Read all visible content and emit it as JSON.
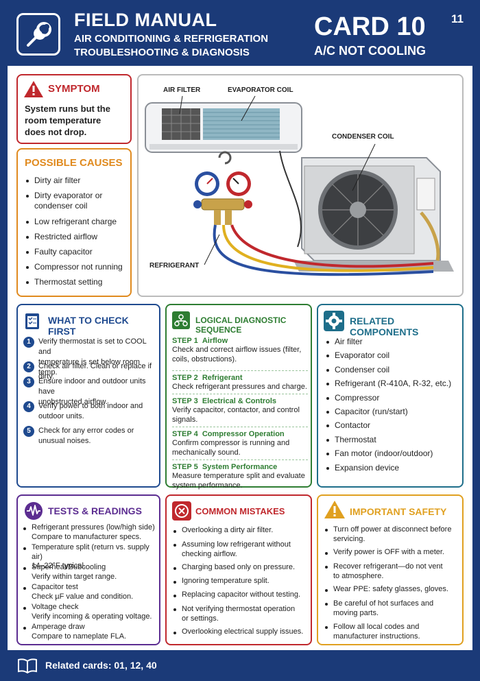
{
  "header": {
    "title": "FIELD MANUAL",
    "subtitle_line1": "AIR CONDITIONING & REFRIGERATION",
    "subtitle_line2": "TROUBLESHOOTING & DIAGNOSIS",
    "card": "CARD 10",
    "card_subtitle": "A/C NOT COOLING",
    "page_number": "11"
  },
  "symptom": {
    "title": "SYMPTOM",
    "text": [
      "System runs but the",
      "room temperature",
      "does not drop."
    ]
  },
  "causes": {
    "title": "POSSIBLE CAUSES",
    "items": [
      [
        "Dirty air filter"
      ],
      [
        "Dirty evaporator or",
        "condenser coil"
      ],
      [
        "Low refrigerant charge"
      ],
      [
        "Restricted airflow"
      ],
      [
        "Faulty capacitor"
      ],
      [
        "Compressor not running"
      ],
      [
        "Thermostat setting"
      ]
    ]
  },
  "diagram": {
    "labels": {
      "air_filter": "AIR FILTER",
      "evaporator_coil": "EVAPORATOR COIL",
      "condenser_coil": "CONDENSER COIL",
      "refrigerant": "REFRIGERANT"
    }
  },
  "check_first": {
    "title": "WHAT TO CHECK FIRST",
    "items": [
      {
        "num": "1",
        "lines": [
          "Verify thermostat is set to COOL and",
          "temperature is set below room temp."
        ]
      },
      {
        "num": "2",
        "lines": [
          "Check air filter. Clean or replace if dirty."
        ]
      },
      {
        "num": "3",
        "lines": [
          "Ensure indoor and outdoor units have",
          "unobstructed airflow."
        ]
      },
      {
        "num": "4",
        "lines": [
          "Verify power to both indoor and",
          "outdoor units."
        ]
      },
      {
        "num": "5",
        "lines": [
          "Check for any error codes or",
          "unusual noises."
        ]
      }
    ]
  },
  "sequence": {
    "title": "LOGICAL DIAGNOSTIC SEQUENCE",
    "steps": [
      {
        "step": "STEP 1",
        "name": "Airflow",
        "lines": [
          "Check and correct airflow issues (filter,",
          "coils, obstructions)."
        ]
      },
      {
        "step": "STEP 2",
        "name": "Refrigerant",
        "lines": [
          "Check refrigerant pressures and charge."
        ]
      },
      {
        "step": "STEP 3",
        "name": "Electrical & Controls",
        "lines": [
          "Verify capacitor, contactor, and control",
          "signals."
        ]
      },
      {
        "step": "STEP 4",
        "name": "Compressor Operation",
        "lines": [
          "Confirm compressor is running and",
          "mechanically sound."
        ]
      },
      {
        "step": "STEP 5",
        "name": "System Performance",
        "lines": [
          "Measure temperature split and evaluate",
          "system performance."
        ]
      }
    ]
  },
  "components": {
    "title": "RELATED COMPONENTS",
    "items": [
      "Air filter",
      "Evaporator coil",
      "Condenser coil",
      "Refrigerant (R-410A, R-32, etc.)",
      "Compressor",
      "Capacitor (run/start)",
      "Contactor",
      "Thermostat",
      "Fan motor (indoor/outdoor)",
      "Expansion device"
    ]
  },
  "tests": {
    "title": "TESTS & READINGS",
    "items": [
      {
        "head": "Refrigerant pressures (low/high side)",
        "detail": "Compare to manufacturer specs."
      },
      {
        "head": "Temperature split (return vs. supply air)",
        "detail": "14–22°F typical."
      },
      {
        "head": "Superheat/Subcooling",
        "detail": "Verify within target range."
      },
      {
        "head": "Capacitor test",
        "detail": "Check µF value and condition."
      },
      {
        "head": "Voltage check",
        "detail": "Verify incoming & operating voltage."
      },
      {
        "head": "Amperage draw",
        "detail": "Compare to nameplate FLA."
      }
    ]
  },
  "mistakes": {
    "title": "COMMON MISTAKES",
    "items": [
      [
        "Overlooking a dirty air filter."
      ],
      [
        "Assuming low refrigerant without",
        "checking airflow."
      ],
      [
        "Charging based only on pressure."
      ],
      [
        "Ignoring temperature split."
      ],
      [
        "Replacing capacitor without testing."
      ],
      [
        "Not verifying thermostat operation",
        "or settings."
      ],
      [
        "Overlooking electrical supply issues."
      ]
    ]
  },
  "safety": {
    "title": "IMPORTANT SAFETY",
    "items": [
      [
        "Turn off power at disconnect before",
        "servicing."
      ],
      [
        "Verify power is OFF with a meter."
      ],
      [
        "Recover refrigerant—do not vent",
        "to atmosphere."
      ],
      [
        "Wear PPE: safety glasses, gloves."
      ],
      [
        "Be careful of hot surfaces and",
        "moving parts."
      ],
      [
        "Follow all local codes and",
        "manufacturer instructions."
      ]
    ]
  },
  "footer": {
    "text": "Related cards: 01, 12, 40"
  },
  "colors": {
    "navy": "#1b3a78",
    "symptom_red": "#c0282d",
    "causes_orange": "#e08a1e",
    "check_blue": "#1f4a8f",
    "sequence_green": "#2e7d32",
    "components_teal": "#1e6e8a",
    "tests_purple": "#5c2d91",
    "mistakes_red": "#c0282d",
    "safety_gold": "#e0a020"
  },
  "icons": [
    "wrench-icon",
    "warning-icon",
    "checklist-icon",
    "flowchart-icon",
    "gear-icon",
    "waveform-icon",
    "x-circle-icon",
    "book-icon"
  ]
}
